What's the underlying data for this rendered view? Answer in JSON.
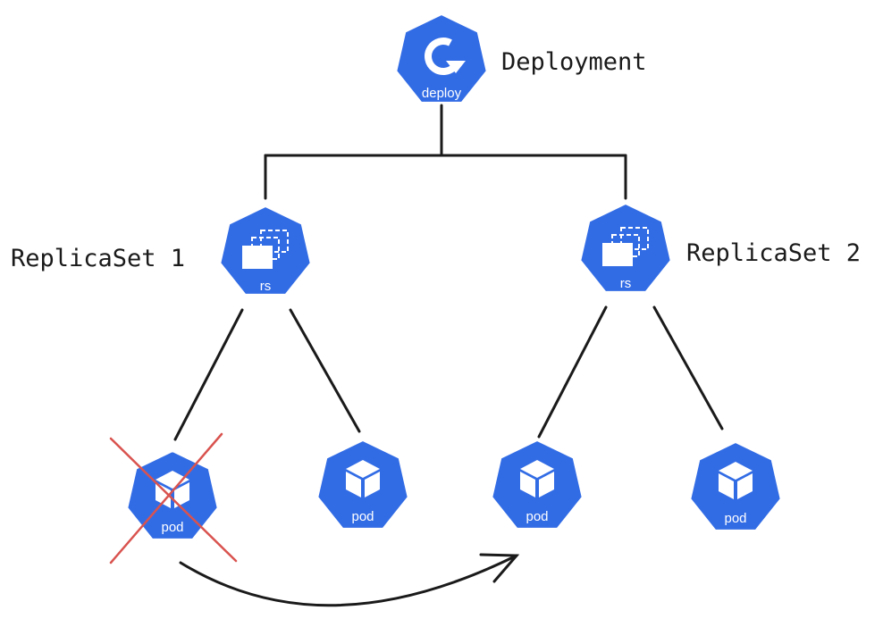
{
  "labels": {
    "deployment": "Deployment",
    "replicaset1": "ReplicaSet 1",
    "replicaset2": "ReplicaSet 2"
  },
  "nodes": {
    "deploy": "deploy",
    "rs": "rs",
    "pod": "pod"
  },
  "colors": {
    "k8s_blue": "#326ce5",
    "line": "#1a1a1a",
    "cross": "#d9534f"
  },
  "icons": {
    "deploy": "refresh-icon",
    "rs": "stacked-windows-icon",
    "pod": "cube-icon"
  }
}
